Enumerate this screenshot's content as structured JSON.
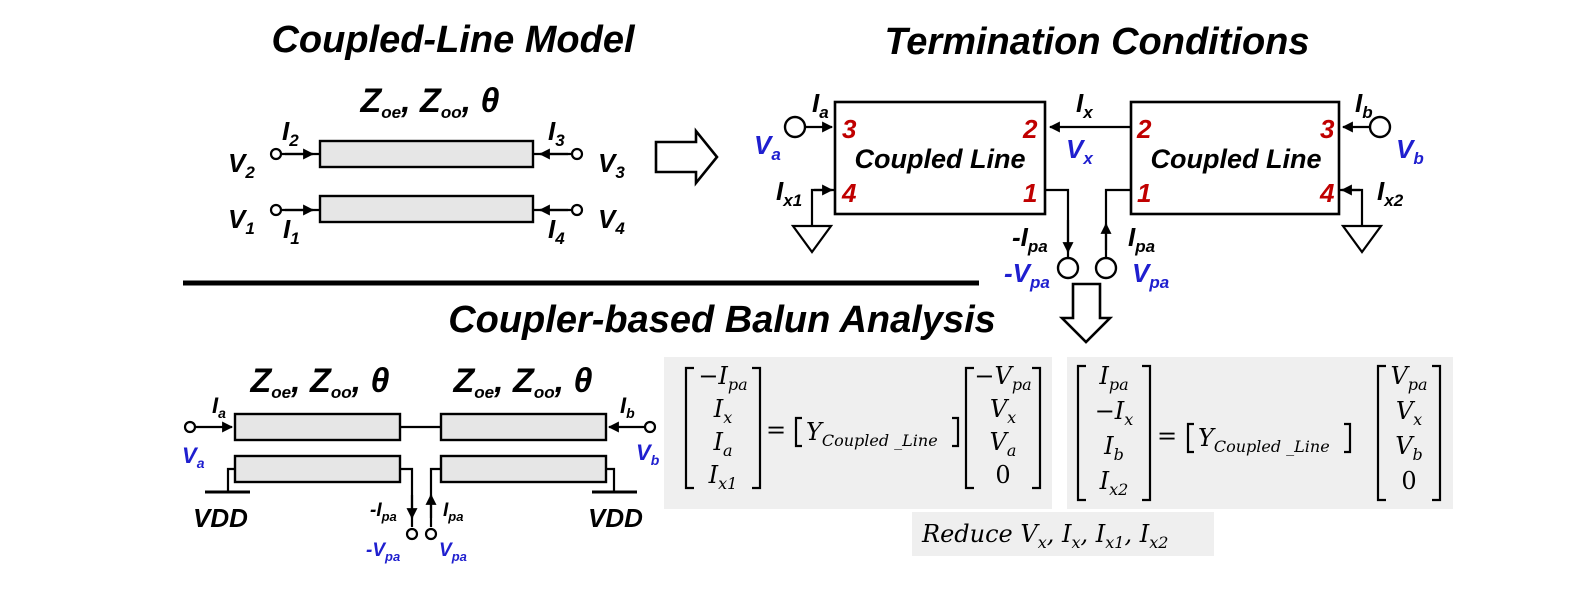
{
  "titles": {
    "model": "Coupled-Line Model",
    "termination": "Termination Conditions",
    "analysis": "Coupler-based Balun Analysis"
  },
  "params": {
    "z": "Z",
    "oe": "oe",
    "sep1": ", ",
    "oo": "oo",
    "sep2": ", ",
    "theta": "θ"
  },
  "model": {
    "V1": "V",
    "V1s": "1",
    "V2": "V",
    "V2s": "2",
    "V3": "V",
    "V3s": "3",
    "V4": "V",
    "V4s": "4",
    "I1": "I",
    "I1s": "1",
    "I2": "I",
    "I2s": "2",
    "I3": "I",
    "I3s": "3",
    "I4": "I",
    "I4s": "4"
  },
  "termination": {
    "box_label": "Coupled Line",
    "ports": {
      "p1": "1",
      "p2": "2",
      "p3": "3",
      "p4": "4"
    },
    "Ia": "I",
    "Ias": "a",
    "Va": "V",
    "Vas": "a",
    "Ix": "I",
    "Ixs": "x",
    "Vx": "V",
    "Vxs": "x",
    "Ib": "I",
    "Ibs": "b",
    "Vb": "V",
    "Vbs": "b",
    "Ix1": "I",
    "Ix1s": "x1",
    "Ix2": "I",
    "Ix2s": "x2",
    "nIpa": "-I",
    "nIpas": "pa",
    "Ipa": "I",
    "Ipas": "pa",
    "nVpa": "-V",
    "nVpas": "pa",
    "Vpa": "V",
    "Vpas": "pa"
  },
  "balun": {
    "vdd": "VDD",
    "Ia": "I",
    "Ias": "a",
    "Va": "V",
    "Vas": "a",
    "Ib": "I",
    "Ibs": "b",
    "Vb": "V",
    "Vbs": "b",
    "nIpa": "-I",
    "nIpas": "pa",
    "Ipa": "I",
    "Ipas": "pa",
    "nVpa": "-V",
    "nVpas": "pa",
    "Vpa": "V",
    "Vpas": "pa"
  },
  "equations": {
    "eq1_left": [
      [
        "−",
        "I",
        "pa"
      ],
      [
        "",
        "I",
        "x"
      ],
      [
        "",
        "I",
        "a"
      ],
      [
        "",
        "I",
        "x1"
      ]
    ],
    "eq1_right": [
      [
        "−",
        "V",
        "pa"
      ],
      [
        "",
        "V",
        "x"
      ],
      [
        "",
        "V",
        "a"
      ],
      [
        "",
        "0",
        ""
      ]
    ],
    "eq2_left": [
      [
        "",
        "I",
        "pa"
      ],
      [
        "−",
        "I",
        "x"
      ],
      [
        "",
        "I",
        "b"
      ],
      [
        "",
        "I",
        "x2"
      ]
    ],
    "eq2_right": [
      [
        "",
        "V",
        "pa"
      ],
      [
        "",
        "V",
        "x"
      ],
      [
        "",
        "V",
        "b"
      ],
      [
        "",
        "0",
        ""
      ]
    ],
    "equals": "=",
    "Y": "Y",
    "Ysub": "Coupled _Line",
    "reduce_text": "Reduce ",
    "reduce_terms": [
      [
        "V",
        "x"
      ],
      [
        "I",
        "x"
      ],
      [
        "I",
        "x1"
      ],
      [
        "I",
        "x2"
      ]
    ]
  }
}
